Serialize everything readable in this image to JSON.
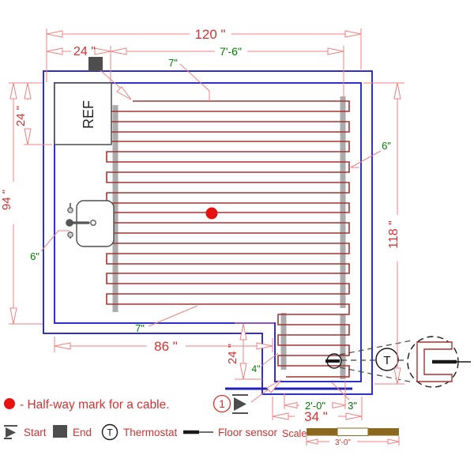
{
  "colors": {
    "wall_blue": "#2f2fce",
    "cable_red": "#a63232",
    "dimension_line": "#f08080",
    "dimension_text": "#d93030",
    "offset_text_green": "#007d00",
    "rail_gray": "#ababab",
    "marker_dark_gray": "#4d4d4d",
    "halfway_dot_red": "#e81111",
    "scale_bar_brown": "#8a691e"
  },
  "plan": {
    "ref_label": "REF",
    "dim_overall_width": "120 \"",
    "dim_ref_width": "24 \"",
    "dim_mat_width": "7'-6\"",
    "dim_cable_offset_top": "7\"",
    "dim_left_height": "94 \"",
    "dim_ref_depth": "24 \"",
    "dim_right_height": "118 \"",
    "dim_sink_gap": "6\"",
    "dim_right_gap": "6\"",
    "dim_bottom_width": "86 \"",
    "dim_cable_offset_bottom": "7\"",
    "dim_alcove_depth": "24 \"",
    "dim_alcove_gap": "4\"",
    "dim_alcove_cable_width": "2'-0\"",
    "dim_alcove_right_gap": "3\"",
    "dim_alcove_width": "34 \"",
    "thermostat_symbol": "T",
    "callout_number": "1"
  },
  "legend": {
    "halfway_note": "- Half-way mark for a cable.",
    "start_label": "Start",
    "end_label": "End",
    "thermostat_symbol": "T",
    "thermostat_label": "Thermostat",
    "floor_sensor_label": "Floor sensor"
  },
  "scale_bar": {
    "label": "Scale",
    "length": "3'-0\""
  }
}
